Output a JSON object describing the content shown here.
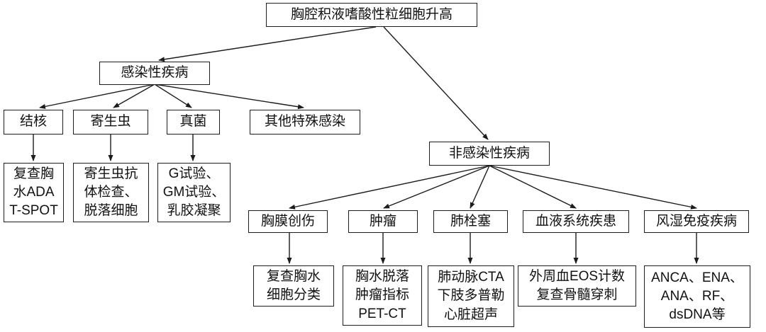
{
  "diagram": {
    "type": "flowchart",
    "background_color": "#ffffff",
    "line_color": "#1c1c1c",
    "box_fill": "#ffffff",
    "nodes": {
      "root": {
        "label": "胸腔积液嗜酸性粒细胞升高"
      },
      "infectious": {
        "label": "感染性疾病"
      },
      "tb": {
        "label": "结核"
      },
      "parasite": {
        "label": "寄生虫"
      },
      "fungus": {
        "label": "真菌"
      },
      "other_infection": {
        "label": "其他特殊感染"
      },
      "tb_workup": {
        "label": "复查胸\n水ADA\nT-SPOT"
      },
      "parasite_workup": {
        "label": "寄生虫抗\n体检查、\n脱落细胞"
      },
      "fungus_workup": {
        "label": "G试验、\nGM试验、\n乳胶凝聚"
      },
      "noninfectious": {
        "label": "非感染性疾病"
      },
      "pleural_trauma": {
        "label": "胸膜创伤"
      },
      "tumor": {
        "label": "肿瘤"
      },
      "pe": {
        "label": "肺栓塞"
      },
      "hematologic": {
        "label": "血液系统疾患"
      },
      "rheumatic": {
        "label": "风湿免疫疾病"
      },
      "pleural_trauma_workup": {
        "label": "复查胸水\n细胞分类"
      },
      "tumor_workup": {
        "label": "胸水脱落\n肿瘤指标\nPET-CT"
      },
      "pe_workup": {
        "label": "肺动脉CTA\n下肢多普勒\n心脏超声"
      },
      "hematologic_workup": {
        "label": "外周血EOS计数\n复查骨髓穿刺"
      },
      "rheumatic_workup": {
        "label": "ANCA、ENA、\nANA、RF、\ndsDNA等"
      }
    },
    "edges": [
      {
        "from": "root",
        "to": "infectious"
      },
      {
        "from": "root",
        "to": "noninfectious"
      },
      {
        "from": "infectious",
        "to": "tb"
      },
      {
        "from": "infectious",
        "to": "parasite"
      },
      {
        "from": "infectious",
        "to": "fungus"
      },
      {
        "from": "infectious",
        "to": "other_infection"
      },
      {
        "from": "tb",
        "to": "tb_workup"
      },
      {
        "from": "parasite",
        "to": "parasite_workup"
      },
      {
        "from": "fungus",
        "to": "fungus_workup"
      },
      {
        "from": "noninfectious",
        "to": "pleural_trauma"
      },
      {
        "from": "noninfectious",
        "to": "tumor"
      },
      {
        "from": "noninfectious",
        "to": "pe"
      },
      {
        "from": "noninfectious",
        "to": "hematologic"
      },
      {
        "from": "noninfectious",
        "to": "rheumatic"
      },
      {
        "from": "pleural_trauma",
        "to": "pleural_trauma_workup"
      },
      {
        "from": "tumor",
        "to": "tumor_workup"
      },
      {
        "from": "pe",
        "to": "pe_workup"
      },
      {
        "from": "hematologic",
        "to": "hematologic_workup"
      },
      {
        "from": "rheumatic",
        "to": "rheumatic_workup"
      }
    ]
  }
}
